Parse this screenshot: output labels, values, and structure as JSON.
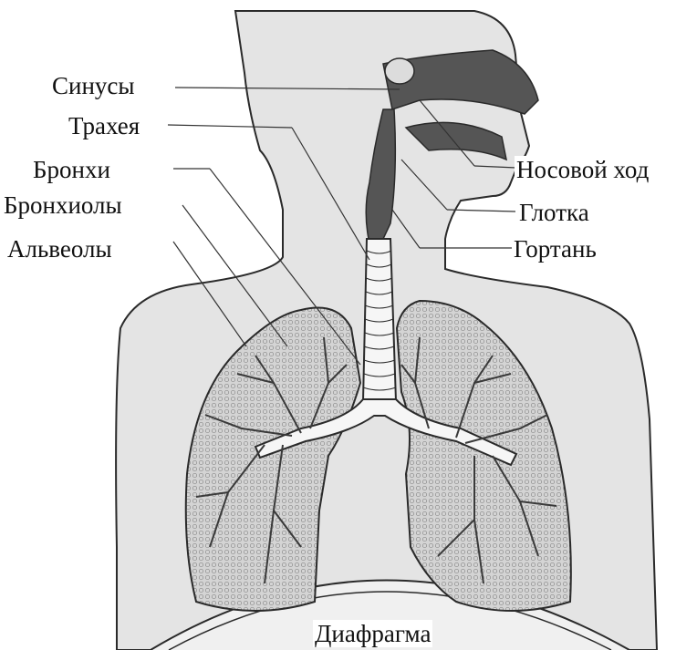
{
  "labels": {
    "sinuses": "Синусы",
    "trachea": "Трахея",
    "bronchi": "Бронхи",
    "bronchioles": "Бронхиолы",
    "alveoli": "Альвеолы",
    "nasal_passage": "Носовой ход",
    "pharynx": "Глотка",
    "larynx": "Гортань",
    "diaphragm": "Диафрагма"
  },
  "colors": {
    "outline": "#2a2a2a",
    "body_fill": "#e4e4e4",
    "lung_fill": "#cfcfcf",
    "airway_dark": "#555555",
    "bronchi_fill": "#f6f6f6",
    "background": "#ffffff"
  }
}
